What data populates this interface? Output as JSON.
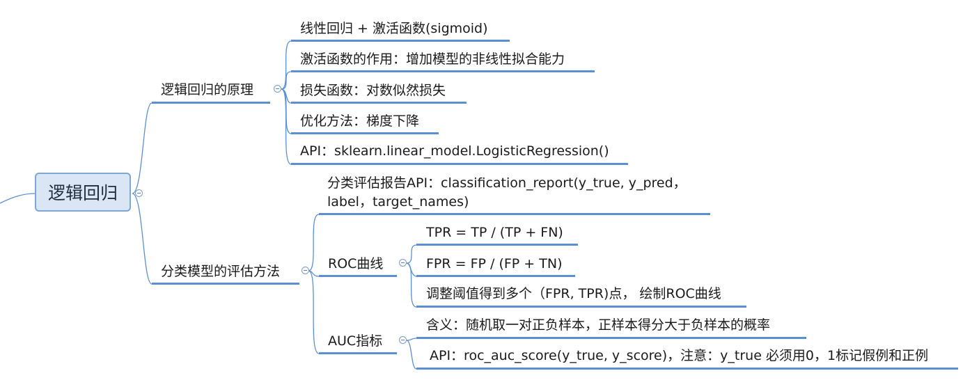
{
  "root": {
    "label": "逻辑回归"
  },
  "branches": {
    "principle": {
      "label": "逻辑回归的原理",
      "items": [
        "线性回归 + 激活函数(sigmoid)",
        "激活函数的作用：增加模型的非线性拟合能力",
        "损失函数：对数似然损失",
        "优化方法：梯度下降",
        "API：sklearn.linear_model.LogisticRegression()"
      ]
    },
    "evaluation": {
      "label": "分类模型的评估方法",
      "report": {
        "line1": "分类评估报告API：classification_report(y_true, y_pred，",
        "line2": "label，target_names)"
      },
      "roc": {
        "label": "ROC曲线",
        "items": [
          "TPR = TP / (TP + FN)",
          "FPR = FP / (FP + TN)",
          "调整阈值得到多个（FPR, TPR)点， 绘制ROC曲线"
        ]
      },
      "auc": {
        "label": "AUC指标",
        "items": [
          "含义：随机取一对正负样本，正样本得分大于负样本的概率",
          "API：roc_auc_score(y_true, y_score)，注意：y_true 必须用0，1标记假例和正例"
        ]
      }
    }
  },
  "colors": {
    "line": "#5b8fd0",
    "root_fill": "#dbe6f4",
    "root_border": "#7ea5d6"
  }
}
